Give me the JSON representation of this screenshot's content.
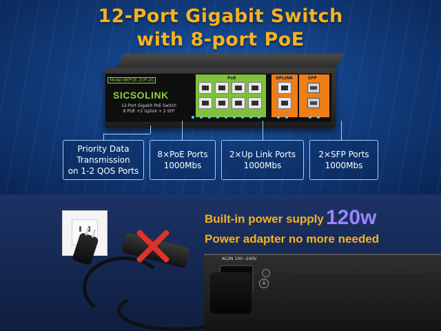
{
  "headline": {
    "line1": "12-Port Gigabit Switch",
    "line2": "with 8-port PoE"
  },
  "switch": {
    "model": "Model:8KPOE-2UP-2G",
    "brand": "SICSOLINK",
    "subtitle1": "12-Port Gigabit PoE Switch",
    "subtitle2": "8 POE +2 Uplink + 2 SFP",
    "poe_label": "PoE",
    "uplink_label": "UPLINK",
    "sfp_label": "SFP"
  },
  "callouts": [
    {
      "line1": "Priority Data",
      "line2": "Transmission",
      "line3": "on 1-2 QOS Ports"
    },
    {
      "line1": "8×PoE Ports",
      "line2": "1000Mbs"
    },
    {
      "line1": "2×Up Link Ports",
      "line2": "1000Mbs"
    },
    {
      "line1": "2×SFP Ports",
      "line2": "1000Mbs"
    }
  ],
  "power": {
    "line1": "Built-in power supply",
    "watt": "120w",
    "line2": "Power adapter no more needed",
    "rear_label": "AC/IN 100~240V"
  },
  "colors": {
    "headline": "#f7b21c",
    "watt": "#9a84ff",
    "poe_block": "#7fc23a",
    "uplink_block": "#ef7d18",
    "callout_border": "#9fd4ff",
    "no_adapter_cross": "#e0322a"
  }
}
